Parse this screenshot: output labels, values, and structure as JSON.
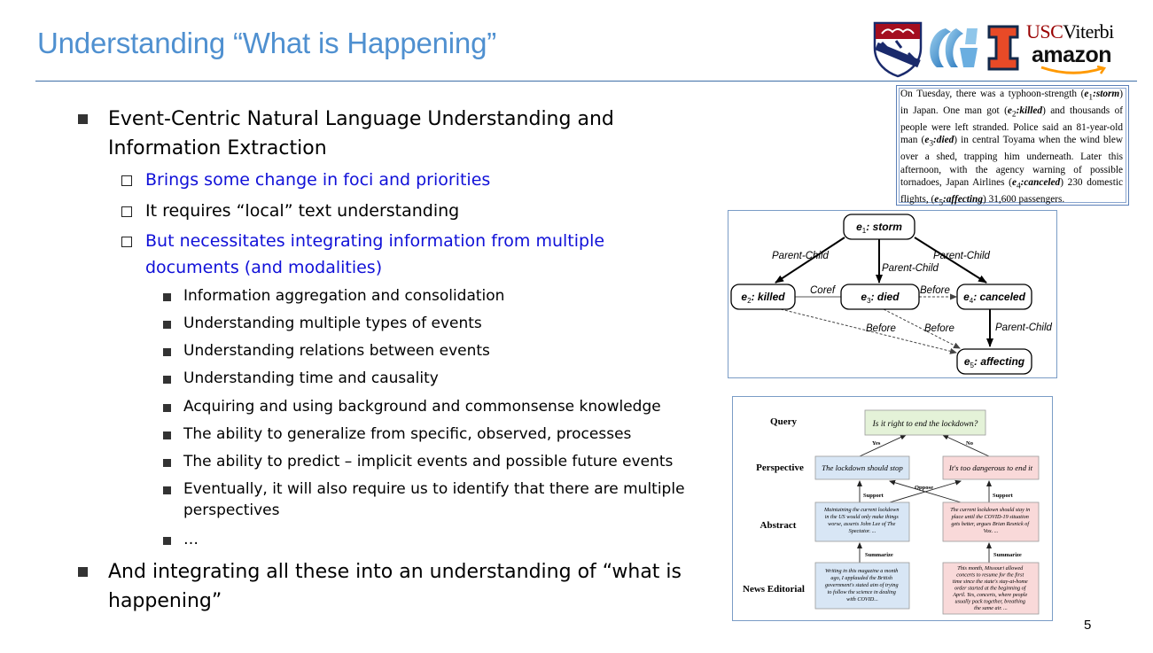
{
  "slide": {
    "title": "Understanding “What is Happening”",
    "page_number": "5"
  },
  "logos": {
    "usc_part1": "USC",
    "usc_part2": "Viterbi",
    "amazon": "amazon"
  },
  "bullets": {
    "level1_a_line1": "Event-Centric Natural Language Understanding and",
    "level1_a_line2": "Information Extraction",
    "sub1": "Brings some change in foci and priorities",
    "sub2": "It requires “local” text understanding",
    "sub3_line1": "But necessitates integrating information from multiple",
    "sub3_line2": "documents (and modalities)",
    "items": [
      "Information aggregation and consolidation",
      "Understanding multiple types of events",
      "Understanding relations between events",
      "Understanding time and causality",
      "Acquiring and using background and commonsense knowledge",
      "The ability to generalize from specific, observed, processes",
      "The ability to predict – implicit events and possible future events"
    ],
    "item8_line1": "Eventually, it will also require us to identify that there are multiple",
    "item8_line2": "perspectives",
    "item9": "…",
    "level1_b_line1": "And integrating all these into an understanding of “what is",
    "level1_b_line2": "happening”"
  },
  "news_text": {
    "t1": "On Tuesday, there was a typhoon-strength (",
    "e1": "e",
    "e1n": "1",
    "e1w": ":storm",
    "t2": ") in Japan. One man got (",
    "e2": "e",
    "e2n": "2",
    "e2w": ":killed",
    "t3": ") and thousands of people were left stranded. Police said an 81-year-old man (",
    "e3": "e",
    "e3n": "3",
    "e3w": ":died",
    "t4": ") in central Toyama when the wind blew over a shed, trapping him underneath. Later this afternoon, with the agency warning of possible tornadoes, Japan Airlines (",
    "e4": "e",
    "e4n": "4",
    "e4w": ":canceled",
    "t5": ") 230 domestic flights, (",
    "e5": "e",
    "e5n": "5",
    "e5w": ":affecting",
    "t6": ") 31,600 passengers."
  },
  "event_graph": {
    "nodes": {
      "storm_e": "e",
      "storm_n": "1",
      "storm_w": ": storm",
      "killed_e": "e",
      "killed_n": "2",
      "killed_w": ": killed",
      "died_e": "e",
      "died_n": "3",
      "died_w": ": died",
      "canceled_e": "e",
      "canceled_n": "4",
      "canceled_w": ": canceled",
      "affecting_e": "e",
      "affecting_n": "5",
      "affecting_w": ": affecting"
    },
    "edge_labels": {
      "pc_left": "Parent-Child",
      "pc_mid": "Parent-Child",
      "pc_right": "Parent-Child",
      "pc_bottom": "Parent-Child",
      "coref": "Coref",
      "before_top": "Before",
      "before_left": "Before",
      "before_right": "Before"
    }
  },
  "perspective_diagram": {
    "row_labels": {
      "query": "Query",
      "perspective": "Perspective",
      "abstract": "Abstract",
      "editorial": "News Editorial"
    },
    "query": "Is it right to end the lockdown?",
    "yes": "Yes",
    "no": "No",
    "support_left": "Support",
    "support_right": "Support",
    "oppose": "Oppose",
    "summarize_left": "Summarize",
    "summarize_right": "Summarize",
    "perspective_left": "The lockdown should stop",
    "perspective_right": "It's too dangerous to end it",
    "abstract_left": [
      "Maintaining the current lockdown",
      "in the US would only make things",
      "worse, asserts John Lee of The",
      "Spectator.   ..."
    ],
    "abstract_right": [
      "The current lockdown should stay in",
      "place until the COVID-19 situation",
      "gets better, argues Brian Resnick of",
      "Vox.  ..."
    ],
    "editorial_left": [
      "Writing in this magazine a month",
      "ago, I applauded the British",
      "government's stated aim of trying",
      "to follow the science in dealing",
      "with COVID..."
    ],
    "editorial_right": [
      "This month, Missouri allowed",
      "concerts to resume for the first",
      "time since the state's stay-at-home",
      "order started at the beginning of",
      "April. Yes, concerts, where people",
      "usually pack together, breathing",
      "the same air.  ..."
    ]
  },
  "colors": {
    "title": "#4f90d0",
    "blue_text": "#1010d8",
    "query_fill": "#e4f2d8",
    "left_fill": "#d8e6f5",
    "right_fill": "#f9d9d9"
  }
}
